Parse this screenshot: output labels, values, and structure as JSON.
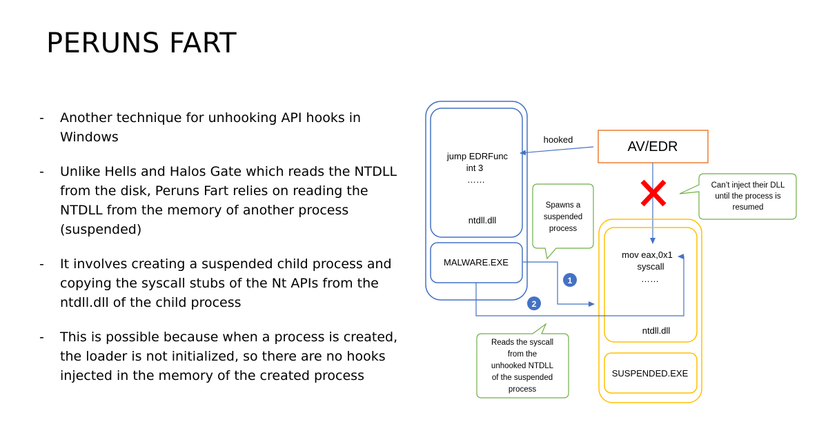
{
  "title": "PERUNS FART",
  "bullets": [
    {
      "dash": "-",
      "text": "Another technique for unhooking API hooks in Windows"
    },
    {
      "dash": "-",
      "text": "Unlike Hells and Halos Gate which reads the NTDLL from the disk, Peruns Fart relies on reading the NTDLL from the memory of another process (suspended)"
    },
    {
      "dash": "-",
      "text": "It involves creating a suspended child process and copying the syscall stubs of the Nt APIs from the ntdll.dll of the child process"
    },
    {
      "dash": "-",
      "text": "This is possible because when a process is created, the loader is not initialized, so there are no hooks injected in the memory of the created process"
    }
  ],
  "diagram": {
    "malware_ntdll": {
      "line1": "jump EDRFunc",
      "line2": "int 3",
      "line3": "……",
      "label": "ntdll.dll"
    },
    "malware_exe": "MALWARE.EXE",
    "hooked": "hooked",
    "avedr": "AV/EDR",
    "cant_inject": [
      "Can’t inject their DLL",
      "until the process is",
      "resumed"
    ],
    "spawns": [
      "Spawns a",
      "suspended",
      "process"
    ],
    "suspended_ntdll": {
      "line1": "mov eax,0x1",
      "line2": "syscall",
      "line3": "……",
      "label": "ntdll.dll"
    },
    "suspended_exe": "SUSPENDED.EXE",
    "reads": [
      "Reads the syscall",
      "from the",
      "unhooked NTDLL",
      "of the suspended",
      "process"
    ],
    "step1": "1",
    "step2": "2"
  },
  "colors": {
    "blue": "#4472c4",
    "orange": "#ed7d31",
    "yellow": "#ffc000",
    "green": "#70ad47",
    "red": "#ff0000"
  }
}
